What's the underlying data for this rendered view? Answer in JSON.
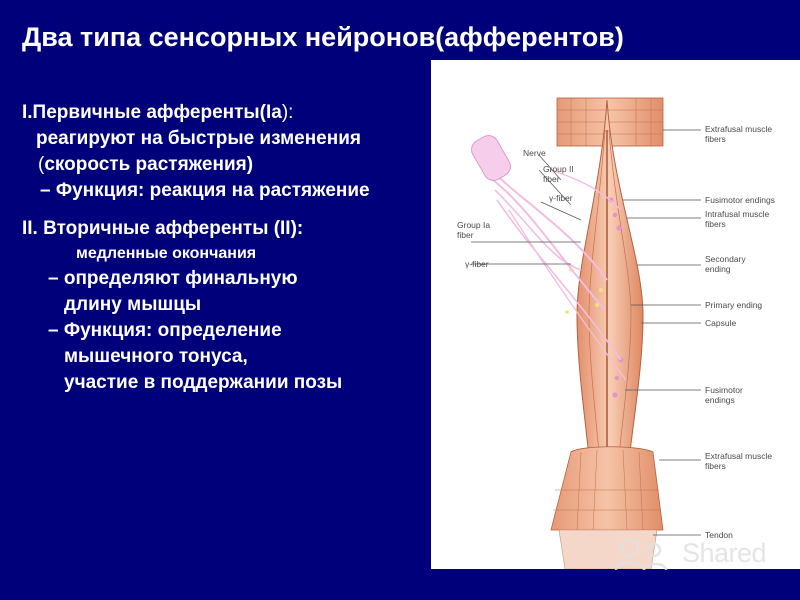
{
  "slide": {
    "title": "Два типа сенсорных нейронов(афферентов)",
    "primary": {
      "heading_prefix": "I.Первичные афференты(",
      "heading_ia": "Ia",
      "heading_suffix": "):",
      "line1": "реагируют на быстрые изменения",
      "line2_open": "(",
      "line2_text": "скорость растяжения)",
      "line3": "– Функция: реакция на растяжение"
    },
    "secondary": {
      "heading": "II. Вторичные афференты (II):",
      "note": "медленные окончания",
      "line1": "– определяют финальную",
      "line2": "длину мышцы",
      "line3": "– Функция: определение",
      "line4": "мышечного тонуса,",
      "line5": "участие в поддержании позы"
    }
  },
  "figure": {
    "labels": {
      "nerve": "Nerve",
      "group2_a": "Group II",
      "group2_b": "fiber",
      "gamma1": "γ-fiber",
      "group1a_a": "Group Ia",
      "group1a_b": "fiber",
      "gamma2": "γ-fiber",
      "extrafusal_top_a": "Extrafusal muscle",
      "extrafusal_top_b": "fibers",
      "fusimotor_top": "Fusimotor endings",
      "intrafusal_a": "Intrafusal muscle",
      "intrafusal_b": "fibers",
      "secondary_a": "Secondary",
      "secondary_b": "ending",
      "primary": "Primary ending",
      "capsule": "Capsule",
      "fusimotor_bot_a": "Fusimotor",
      "fusimotor_bot_b": "endings",
      "extrafusal_bot_a": "Extrafusal muscle",
      "extrafusal_bot_b": "fibers",
      "tendon": "Tendon"
    }
  },
  "watermark": {
    "text": "Shared"
  },
  "colors": {
    "background": "#00007a",
    "muscle": "#f0b28e",
    "muscle_dark": "#c9704c",
    "nerve": "#f4bfe0"
  }
}
